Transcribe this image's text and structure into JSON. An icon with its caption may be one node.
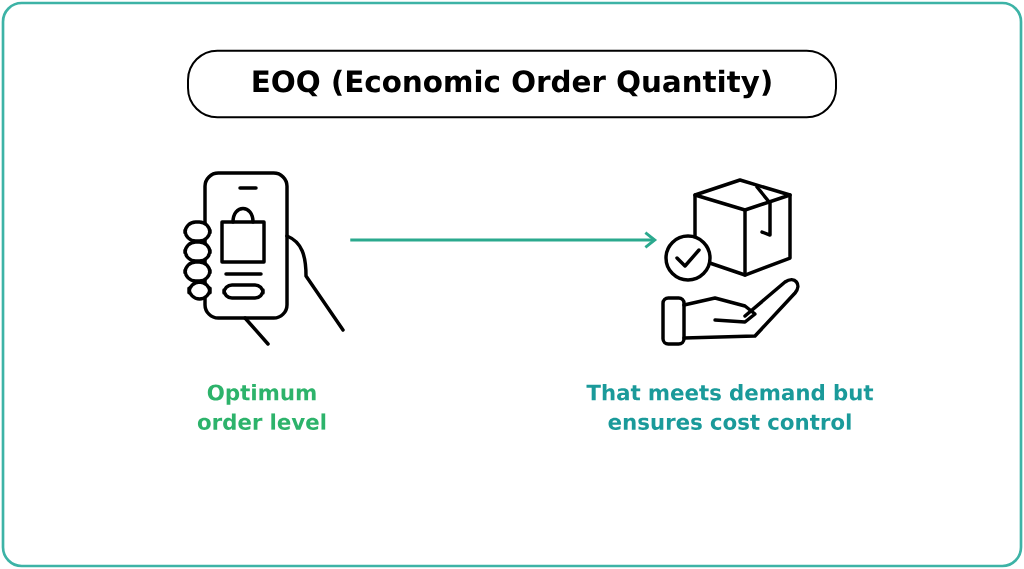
{
  "diagram": {
    "title": "EOQ (Economic Order Quantity)",
    "nodes": [
      {
        "text": [],
        "shape": "picture",
        "beside": [
          "Optimum order level"
        ]
      },
      {
        "text": [],
        "shape": "picture",
        "beside": [
          "That meets demand but ensures cost control"
        ]
      }
    ],
    "edges": [
      {
        "from": 0,
        "to": 1,
        "arrow": "to"
      }
    ]
  }
}
